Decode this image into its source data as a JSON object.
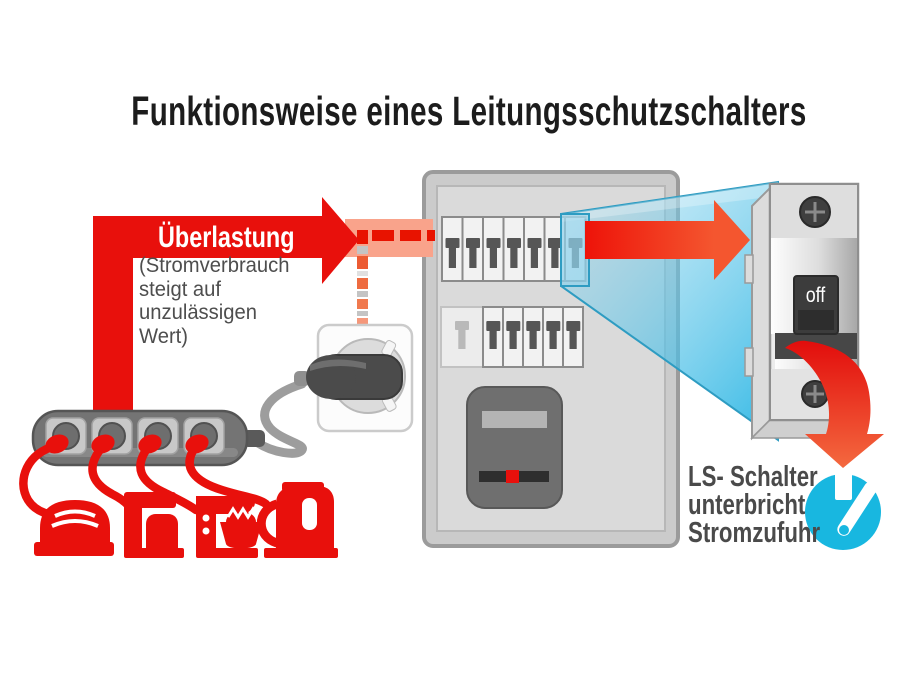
{
  "title": "Funktionsweise eines Leitungsschutzschalters",
  "overload_arrow": {
    "label": "Überlastung",
    "description": [
      "(Stromverbrauch",
      "steigt auf",
      "unzulässigen",
      "Wert)"
    ]
  },
  "breaker_detail": {
    "switch_label": "off"
  },
  "result_note": {
    "lines": [
      "LS- Schalter",
      "unterbricht",
      "Stromzufuhr"
    ]
  },
  "colors": {
    "red": "#e8100c",
    "salmon_band": "#f9a38b",
    "dash_red": "#e81300",
    "cone_cyan": "#35bde6",
    "switch_icon_cyan": "#18b7e0",
    "panel_gray": "#d6d6d6",
    "text_dark": "#1c1c1c",
    "text_gray": "#4e4e4e"
  },
  "icons": {
    "appliances": [
      "toaster-icon",
      "coffee-machine-icon",
      "food-processor-icon",
      "kettle-icon"
    ],
    "breaker_screws": "screw-icon",
    "interrupted_switch": "open-switch-icon"
  }
}
